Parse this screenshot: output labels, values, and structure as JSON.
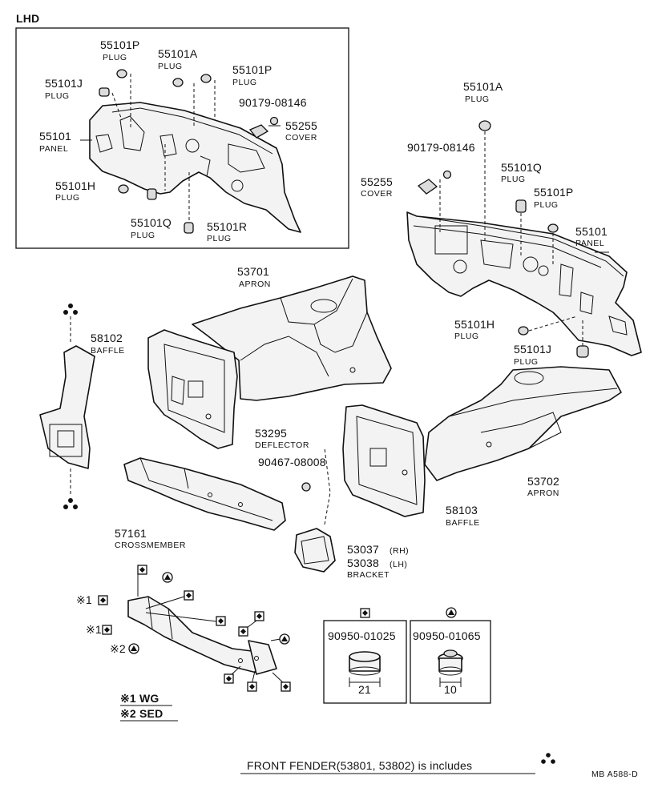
{
  "header": {
    "lhd_label": "LHD"
  },
  "labels": {
    "p_55101P_a": "55101P",
    "p_55101P_a_sub": "PLUG",
    "p_55101A_a": "55101A",
    "p_55101A_a_sub": "PLUG",
    "p_55101P_b": "55101P",
    "p_55101P_b_sub": "PLUG",
    "p_55101J_a": "55101J",
    "p_55101J_a_sub": "PLUG",
    "p_90179_a": "90179-08146",
    "p_55101_a": "55101",
    "p_55101_a_sub": "PANEL",
    "p_55255_a": "55255",
    "p_55255_a_sub": "COVER",
    "p_55101H_a": "55101H",
    "p_55101H_a_sub": "PLUG",
    "p_55101Q_a": "55101Q",
    "p_55101Q_a_sub": "PLUG",
    "p_55101R_a": "55101R",
    "p_55101R_a_sub": "PLUG",
    "p_55101A_b": "55101A",
    "p_55101A_b_sub": "PLUG",
    "p_90179_b": "90179-08146",
    "p_55101Q_b": "55101Q",
    "p_55101Q_b_sub": "PLUG",
    "p_55255_b": "55255",
    "p_55255_b_sub": "COVER",
    "p_55101P_c": "55101P",
    "p_55101P_c_sub": "PLUG",
    "p_55101_b": "55101",
    "p_55101_b_sub": "PANEL",
    "p_53701": "53701",
    "p_53701_sub": "APRON",
    "p_58102": "58102",
    "p_58102_sub": "BAFFLE",
    "p_55101H_b": "55101H",
    "p_55101H_b_sub": "PLUG",
    "p_55101J_b": "55101J",
    "p_55101J_b_sub": "PLUG",
    "p_53295": "53295",
    "p_53295_sub": "DEFLECTOR",
    "p_90467": "90467-08008",
    "p_53702": "53702",
    "p_53702_sub": "APRON",
    "p_57161": "57161",
    "p_57161_sub": "CROSSMEMBER",
    "p_58103": "58103",
    "p_58103_sub": "BAFFLE",
    "p_53037": "53037",
    "p_53037_suffix": "(RH)",
    "p_53038": "53038",
    "p_53038_suffix": "(LH)",
    "p_bracket_sub": "BRACKET",
    "note_1a": "※1",
    "note_1b": "※1",
    "note_2": "※2",
    "p_90950_01025": "90950-01025",
    "dim_21": "21",
    "p_90950_01065": "90950-01065",
    "dim_10": "10"
  },
  "legend": {
    "line1": "※1 WG",
    "line2": "※2 SED"
  },
  "footer": {
    "text": "FRONT  FENDER(53801, 53802) is includes",
    "code": "MB  A588-D"
  }
}
